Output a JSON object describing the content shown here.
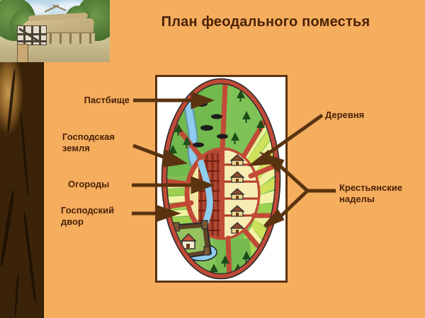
{
  "slide": {
    "title": "План феодального поместья",
    "background_color": "#f5ad5e",
    "text_color": "#4a2208",
    "accent_line_color": "#5a3310"
  },
  "photo": {
    "caption": "",
    "depicts": "medieval-thatched-longhouse-photo"
  },
  "texture_strip": {
    "depicts": "tree-bark-texture"
  },
  "labels": {
    "pasture": "Пастбище",
    "lords_land": "Господская\nземля",
    "gardens": "Огороды",
    "lords_yard": "Господский\nдвор",
    "village": "Деревня",
    "peasant_plots": "Крестьянские\nнаделы"
  },
  "diagram": {
    "name": "feudal-manor-plan",
    "frame_border_color": "#5a3310",
    "frame_background": "#ffffff",
    "regions": [
      {
        "id": "pasture",
        "label": "Пастбище",
        "color": "#7dbd52"
      },
      {
        "id": "lords-land",
        "label": "Господская земля",
        "color": "#e9e86a"
      },
      {
        "id": "gardens",
        "label": "Огороды",
        "color": "#a8452f"
      },
      {
        "id": "lords-yard",
        "label": "Господский двор",
        "color": "#6f4a22"
      },
      {
        "id": "village",
        "label": "Деревня",
        "color": "#f0e39a"
      },
      {
        "id": "peasant-plots",
        "label": "Крестьянские наделы",
        "color": "#d8e05a"
      },
      {
        "id": "river",
        "label": "Река",
        "color": "#7ec0e8"
      },
      {
        "id": "roads",
        "label": "Дороги",
        "color": "#c8503c"
      }
    ]
  },
  "icons": {
    "arrow": "arrow-icon",
    "house": "house-icon",
    "tree": "tree-icon",
    "cow": "cow-icon"
  }
}
